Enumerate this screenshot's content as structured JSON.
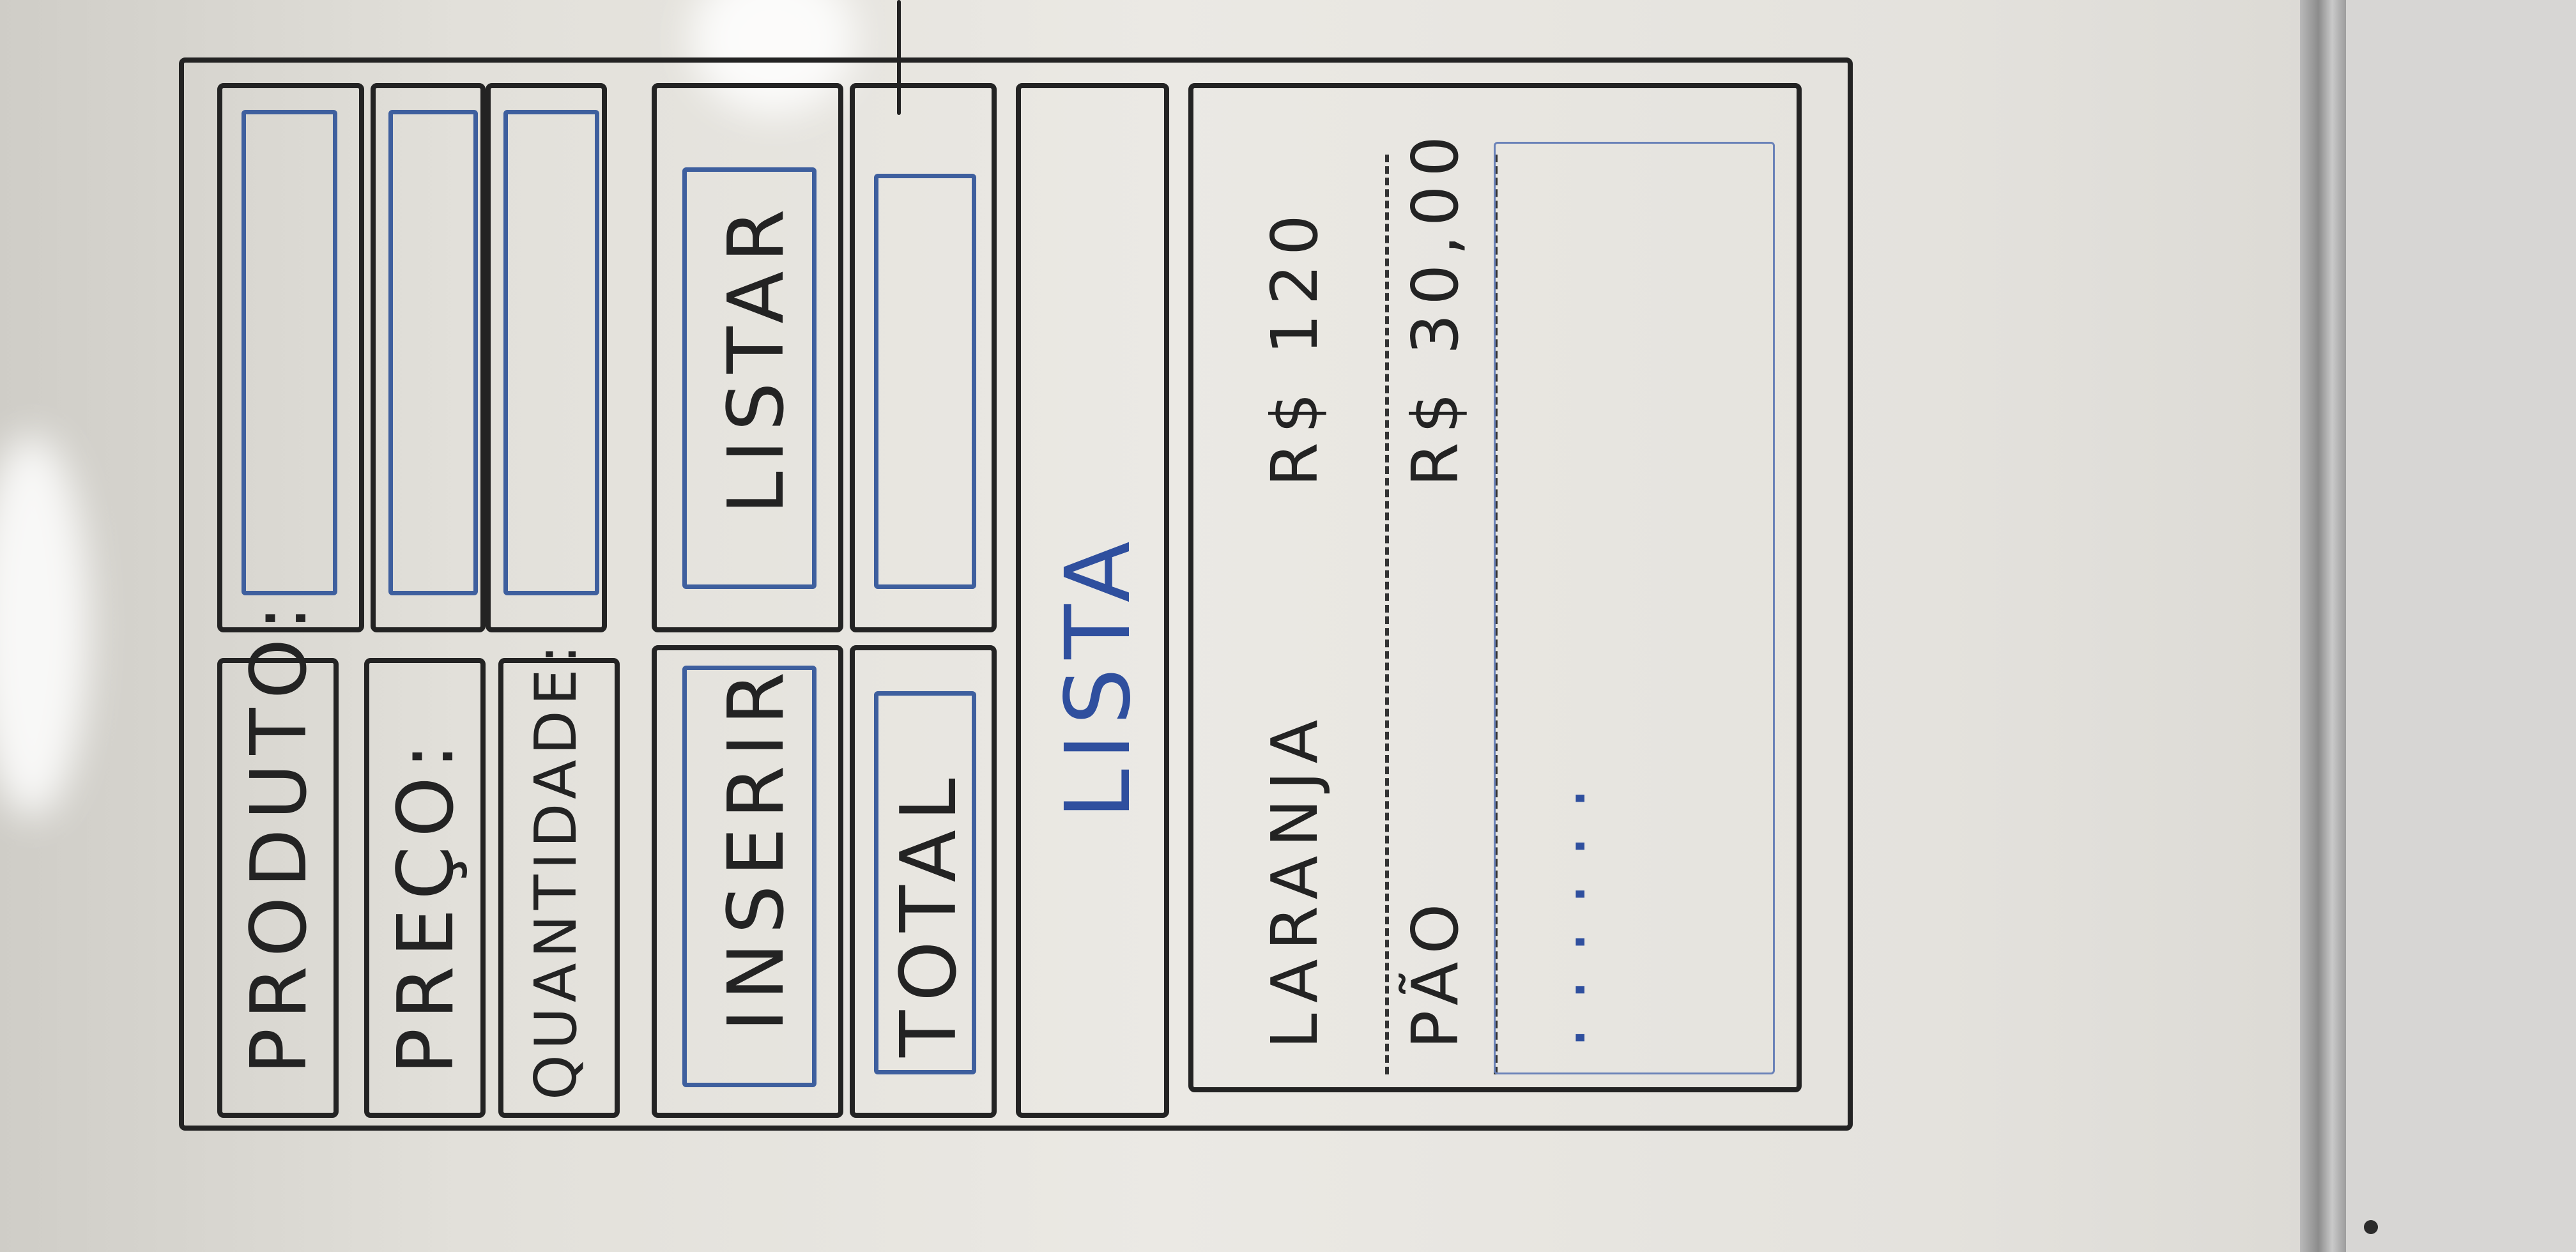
{
  "form": {
    "produto_label": "PRODUTO:",
    "preco_label": "PREÇO:",
    "quantidade_label": "QUANTIDADE:"
  },
  "buttons": {
    "inserir": "INSERIR",
    "listar": "LISTAR",
    "total": "TOTAL"
  },
  "list": {
    "title": "LISTA",
    "items": [
      {
        "name": "LARANJA",
        "price": "R$ 120"
      },
      {
        "name": "PÃO",
        "price": "R$ 30,00"
      }
    ],
    "more": "......"
  },
  "colors": {
    "marker_black": "#232323",
    "marker_blue": "#2f4f9e",
    "board": "#e8e6e1"
  }
}
